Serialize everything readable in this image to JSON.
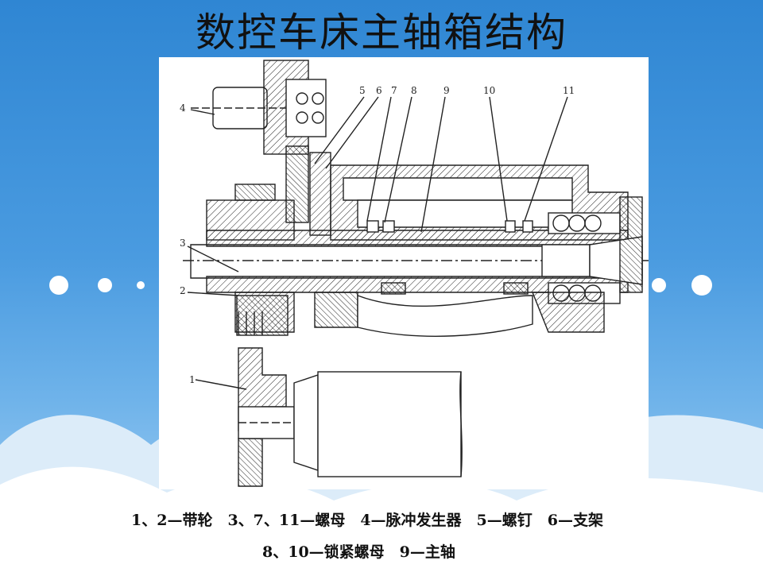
{
  "slide": {
    "title": "数控车床主轴箱结构",
    "caption_line1": "1、2—带轮　3、7、11—螺母　4—脉冲发生器　5—螺钉　6—支架",
    "caption_line2": "8、10—锁紧螺母　9—主轴"
  },
  "figure": {
    "part_labels": [
      "1",
      "2",
      "3",
      "4",
      "5",
      "6",
      "7",
      "8",
      "9",
      "10",
      "11"
    ]
  },
  "colors": {
    "background": "#4a9be0",
    "line": "#222222",
    "paper": "#ffffff"
  }
}
